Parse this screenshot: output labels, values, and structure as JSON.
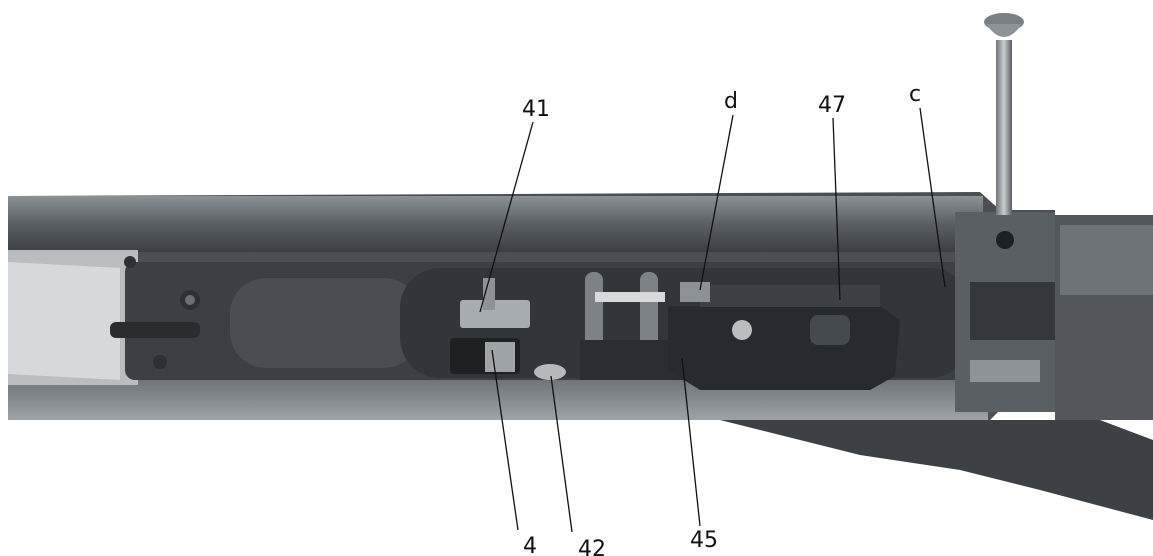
{
  "labels": {
    "l41": "41",
    "ld": "d",
    "l47": "47",
    "lc": "c",
    "l4": "4",
    "l42": "42",
    "l45": "45"
  },
  "colors": {
    "background": "#ffffff",
    "steel_dark": "#3a3d41",
    "steel_mid": "#5e6368",
    "steel_light": "#a4a9ad",
    "leader": "#111111"
  }
}
